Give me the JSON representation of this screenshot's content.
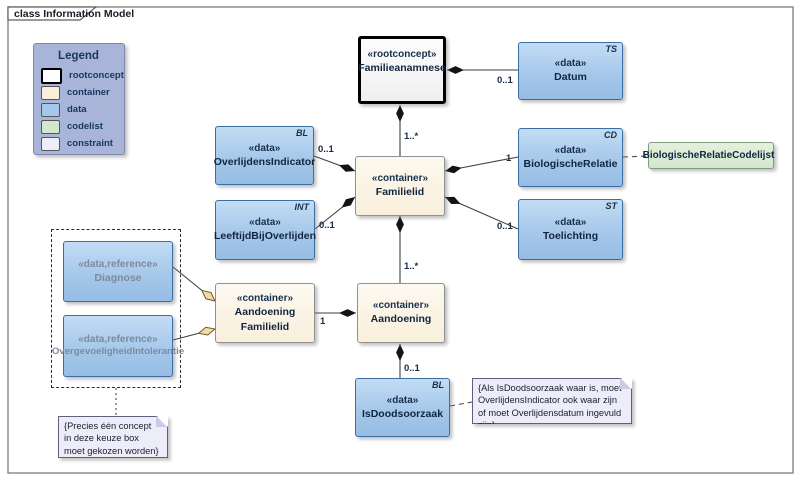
{
  "frame": {
    "tab_label": "class Information Model"
  },
  "legend": {
    "title": "Legend",
    "items": [
      {
        "label": "rootconcept",
        "color": "#ffffff"
      },
      {
        "label": "container",
        "color": "#f9efdb"
      },
      {
        "label": "data",
        "color": "#a5c8ea"
      },
      {
        "label": "codelist",
        "color": "#d3e7cd"
      },
      {
        "label": "constraint",
        "color": "#ededfa"
      }
    ]
  },
  "nodes": {
    "familieanamnese": {
      "stereotype": "«rootconcept»",
      "name": "Familieanamnese"
    },
    "datum": {
      "stereotype": "«data»",
      "name": "Datum",
      "type": "TS"
    },
    "overlijdensindicator": {
      "stereotype": "«data»",
      "name": "OverlijdensIndicator",
      "type": "BL"
    },
    "familielid": {
      "stereotype": "«container»",
      "name": "Familielid"
    },
    "biologischerelatie": {
      "stereotype": "«data»",
      "name": "BiologischeRelatie",
      "type": "CD"
    },
    "codelijst": {
      "name": "BiologischeRelatieCodelijst"
    },
    "leeftijdbijoverlijden": {
      "stereotype": "«data»",
      "name": "LeeftijdBijOverlijden",
      "type": "INT"
    },
    "toelichting": {
      "stereotype": "«data»",
      "name": "Toelichting",
      "type": "ST"
    },
    "diagnose": {
      "stereotype": "«data,reference»",
      "name": "Diagnose"
    },
    "overgevoeligheidintolerantie": {
      "stereotype": "«data,reference»",
      "name": "OvergevoeligheidIntolerantie"
    },
    "aandoeningfamilielid": {
      "stereotype": "«container»",
      "name": "Aandoening Familielid"
    },
    "aandoening": {
      "stereotype": "«container»",
      "name": "Aandoening"
    },
    "isdoodsoorzaak": {
      "stereotype": "«data»",
      "name": "IsDoodsoorzaak",
      "type": "BL"
    }
  },
  "multiplicities": {
    "datum": "0..1",
    "familielid": "1..*",
    "overlijdensindicator": "0..1",
    "leeftijdbijoverlijden": "0..1",
    "biologischerelatie": "1",
    "toelichting": "0..1",
    "aandoening": "1..*",
    "aandoeningfamilielid": "1",
    "isdoodsoorzaak": "0..1"
  },
  "notes": {
    "constraint_isdoodsoorzaak": "{Als IsDoodsoorzaak waar is, moet OverlijdensIndicator ook waar zijn of moet Overlijdensdatum ingevuld zijn}",
    "choice_box": "{Precies één concept in deze keuze box moet gekozen worden}"
  },
  "colors": {
    "data_fill": "#a5c8ea",
    "data_border": "#3a6ea5",
    "container_fill": "#f9efdb",
    "rootconcept_border": "#000000",
    "codelist_fill": "#d3e7cd",
    "constraint_fill": "#ededfa",
    "legend_bg": "#a9b5d8",
    "line": "#3f3f3f"
  }
}
